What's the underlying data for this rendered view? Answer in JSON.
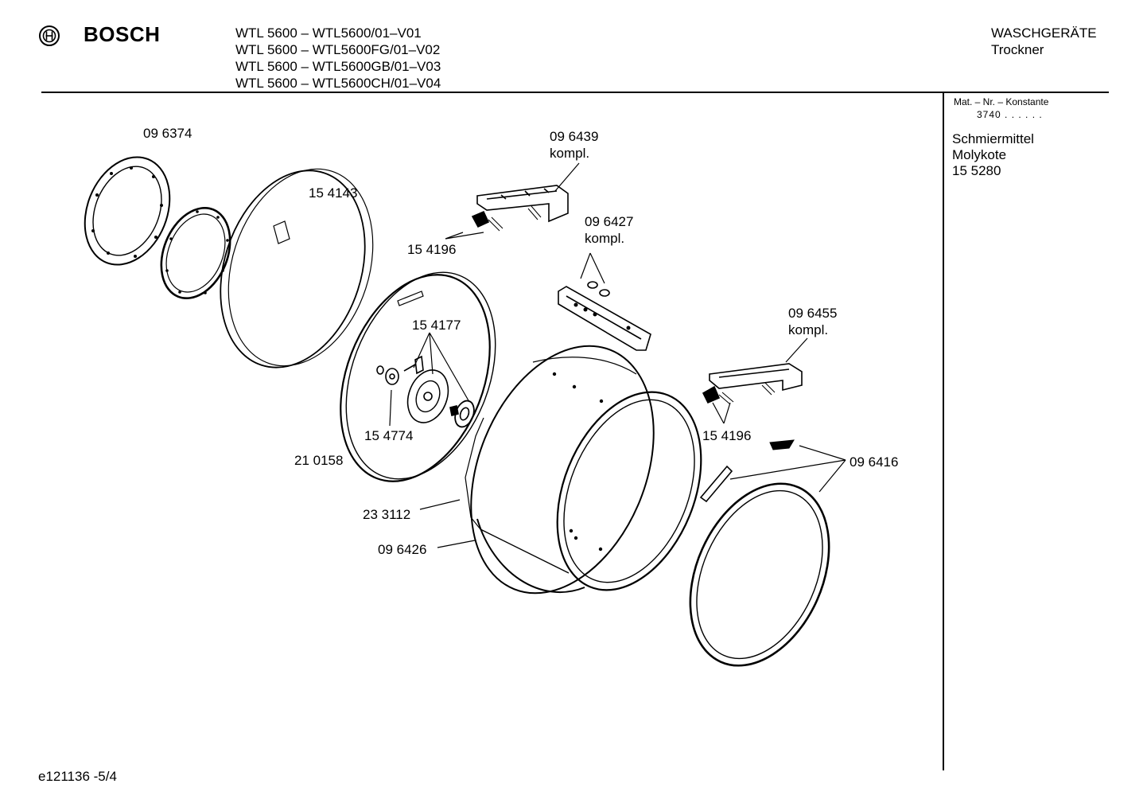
{
  "header": {
    "brand": "BOSCH",
    "models": [
      "WTL 5600 – WTL5600/01–V01",
      "WTL 5600 – WTL5600FG/01–V02",
      "WTL 5600 – WTL5600GB/01–V03",
      "WTL 5600 – WTL5600CH/01–V04"
    ],
    "category": "WASCHGERÄTE",
    "subcategory": "Trockner"
  },
  "side_panel": {
    "mat_label": "Mat. – Nr. – Konstante",
    "mat_value": "3740 . .  . . . .",
    "note_lines": [
      "Schmiermittel",
      "Molykote",
      "15 5280"
    ]
  },
  "footer": {
    "doc_code": "e121136 -5/4"
  },
  "part_labels": {
    "p096374": "09 6374",
    "p154143": "15 4143",
    "p096439": "09 6439",
    "p096439_k": "kompl.",
    "p154196a": "15 4196",
    "p096427": "09 6427",
    "p096427_k": "kompl.",
    "p154177": "15 4177",
    "p154774": "15 4774",
    "p210158": "21 0158",
    "p096455": "09 6455",
    "p096455_k": "kompl.",
    "p154196b": "15 4196",
    "p096416": "09 6416",
    "p233112": "23 3112",
    "p096426": "09 6426"
  }
}
